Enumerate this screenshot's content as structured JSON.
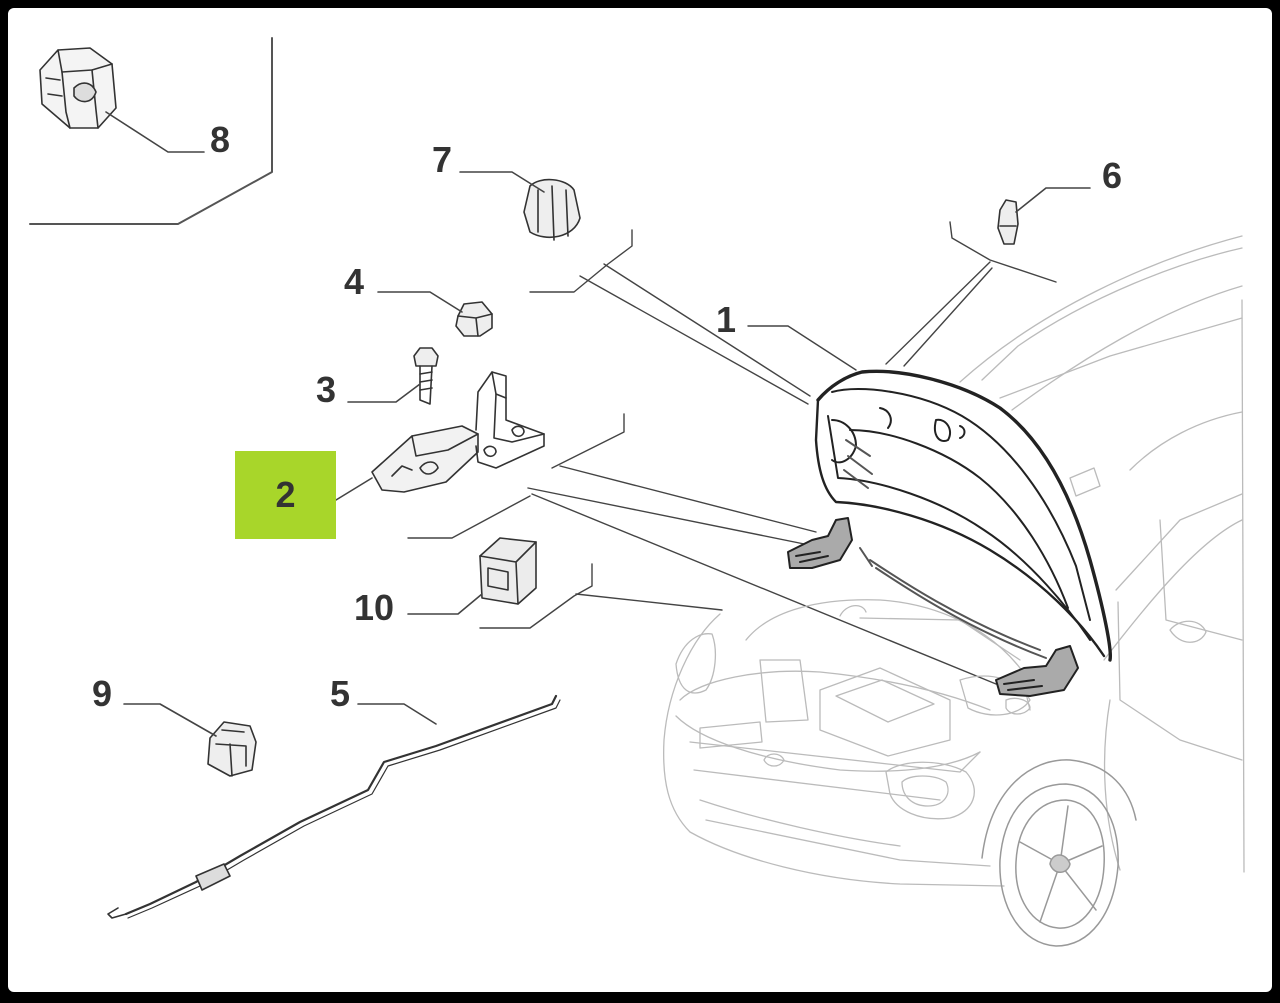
{
  "diagram": {
    "highlighted_callout": "2",
    "highlight_color": "#a8d62a",
    "callouts": {
      "c1": "1",
      "c2": "2",
      "c3": "3",
      "c4": "4",
      "c5": "5",
      "c6": "6",
      "c7": "7",
      "c8": "8",
      "c9": "9",
      "c10": "10"
    },
    "parts": {
      "p1": "bonnet-panel",
      "p2": "bonnet-hinge",
      "p3": "hinge-bolt",
      "p4": "hinge-nut",
      "p5": "release-cable",
      "p6": "rubber-stop",
      "p7": "bump-stop",
      "p8": "clip",
      "p9": "cable-clip",
      "p10": "latch-block"
    }
  }
}
